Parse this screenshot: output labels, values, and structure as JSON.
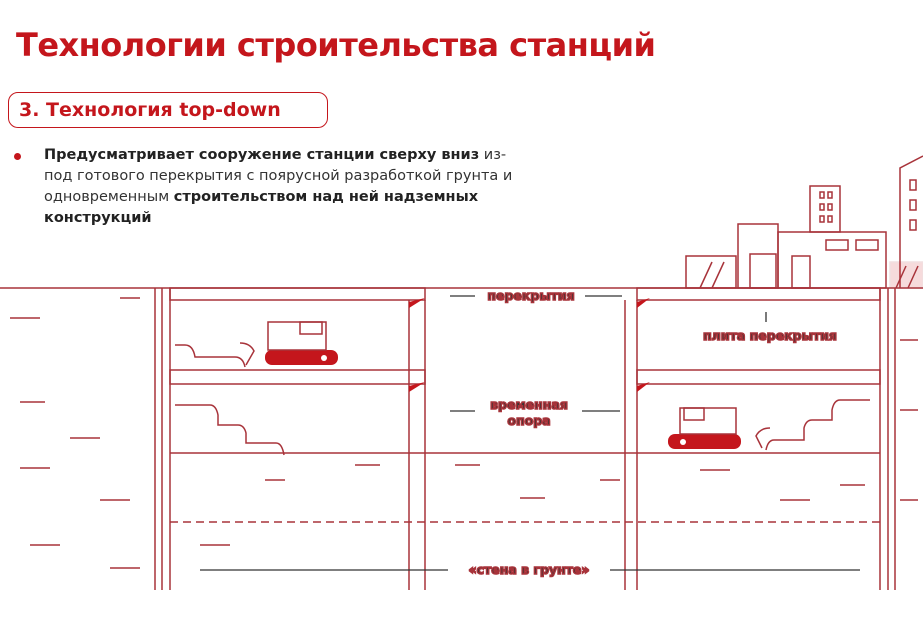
{
  "title": "Технологии строительства станций",
  "section": "3. Технология top-down",
  "bullet": {
    "bold1": "Предусматривает сооружение станции сверху вниз",
    "normal": "из-под готового перекрытия с поярусной разработкой грунта и одновременным",
    "bold2": "строительством над ней надземных конструкций"
  },
  "diagram": {
    "label_slabs": "перекрытия",
    "label_slab_plate": "плита перекрытия",
    "label_support_1": "временная",
    "label_support_2": "опора",
    "label_wall": "«стена в грунте»"
  },
  "colors": {
    "accent": "#c4161c",
    "line": "#a8333a"
  }
}
